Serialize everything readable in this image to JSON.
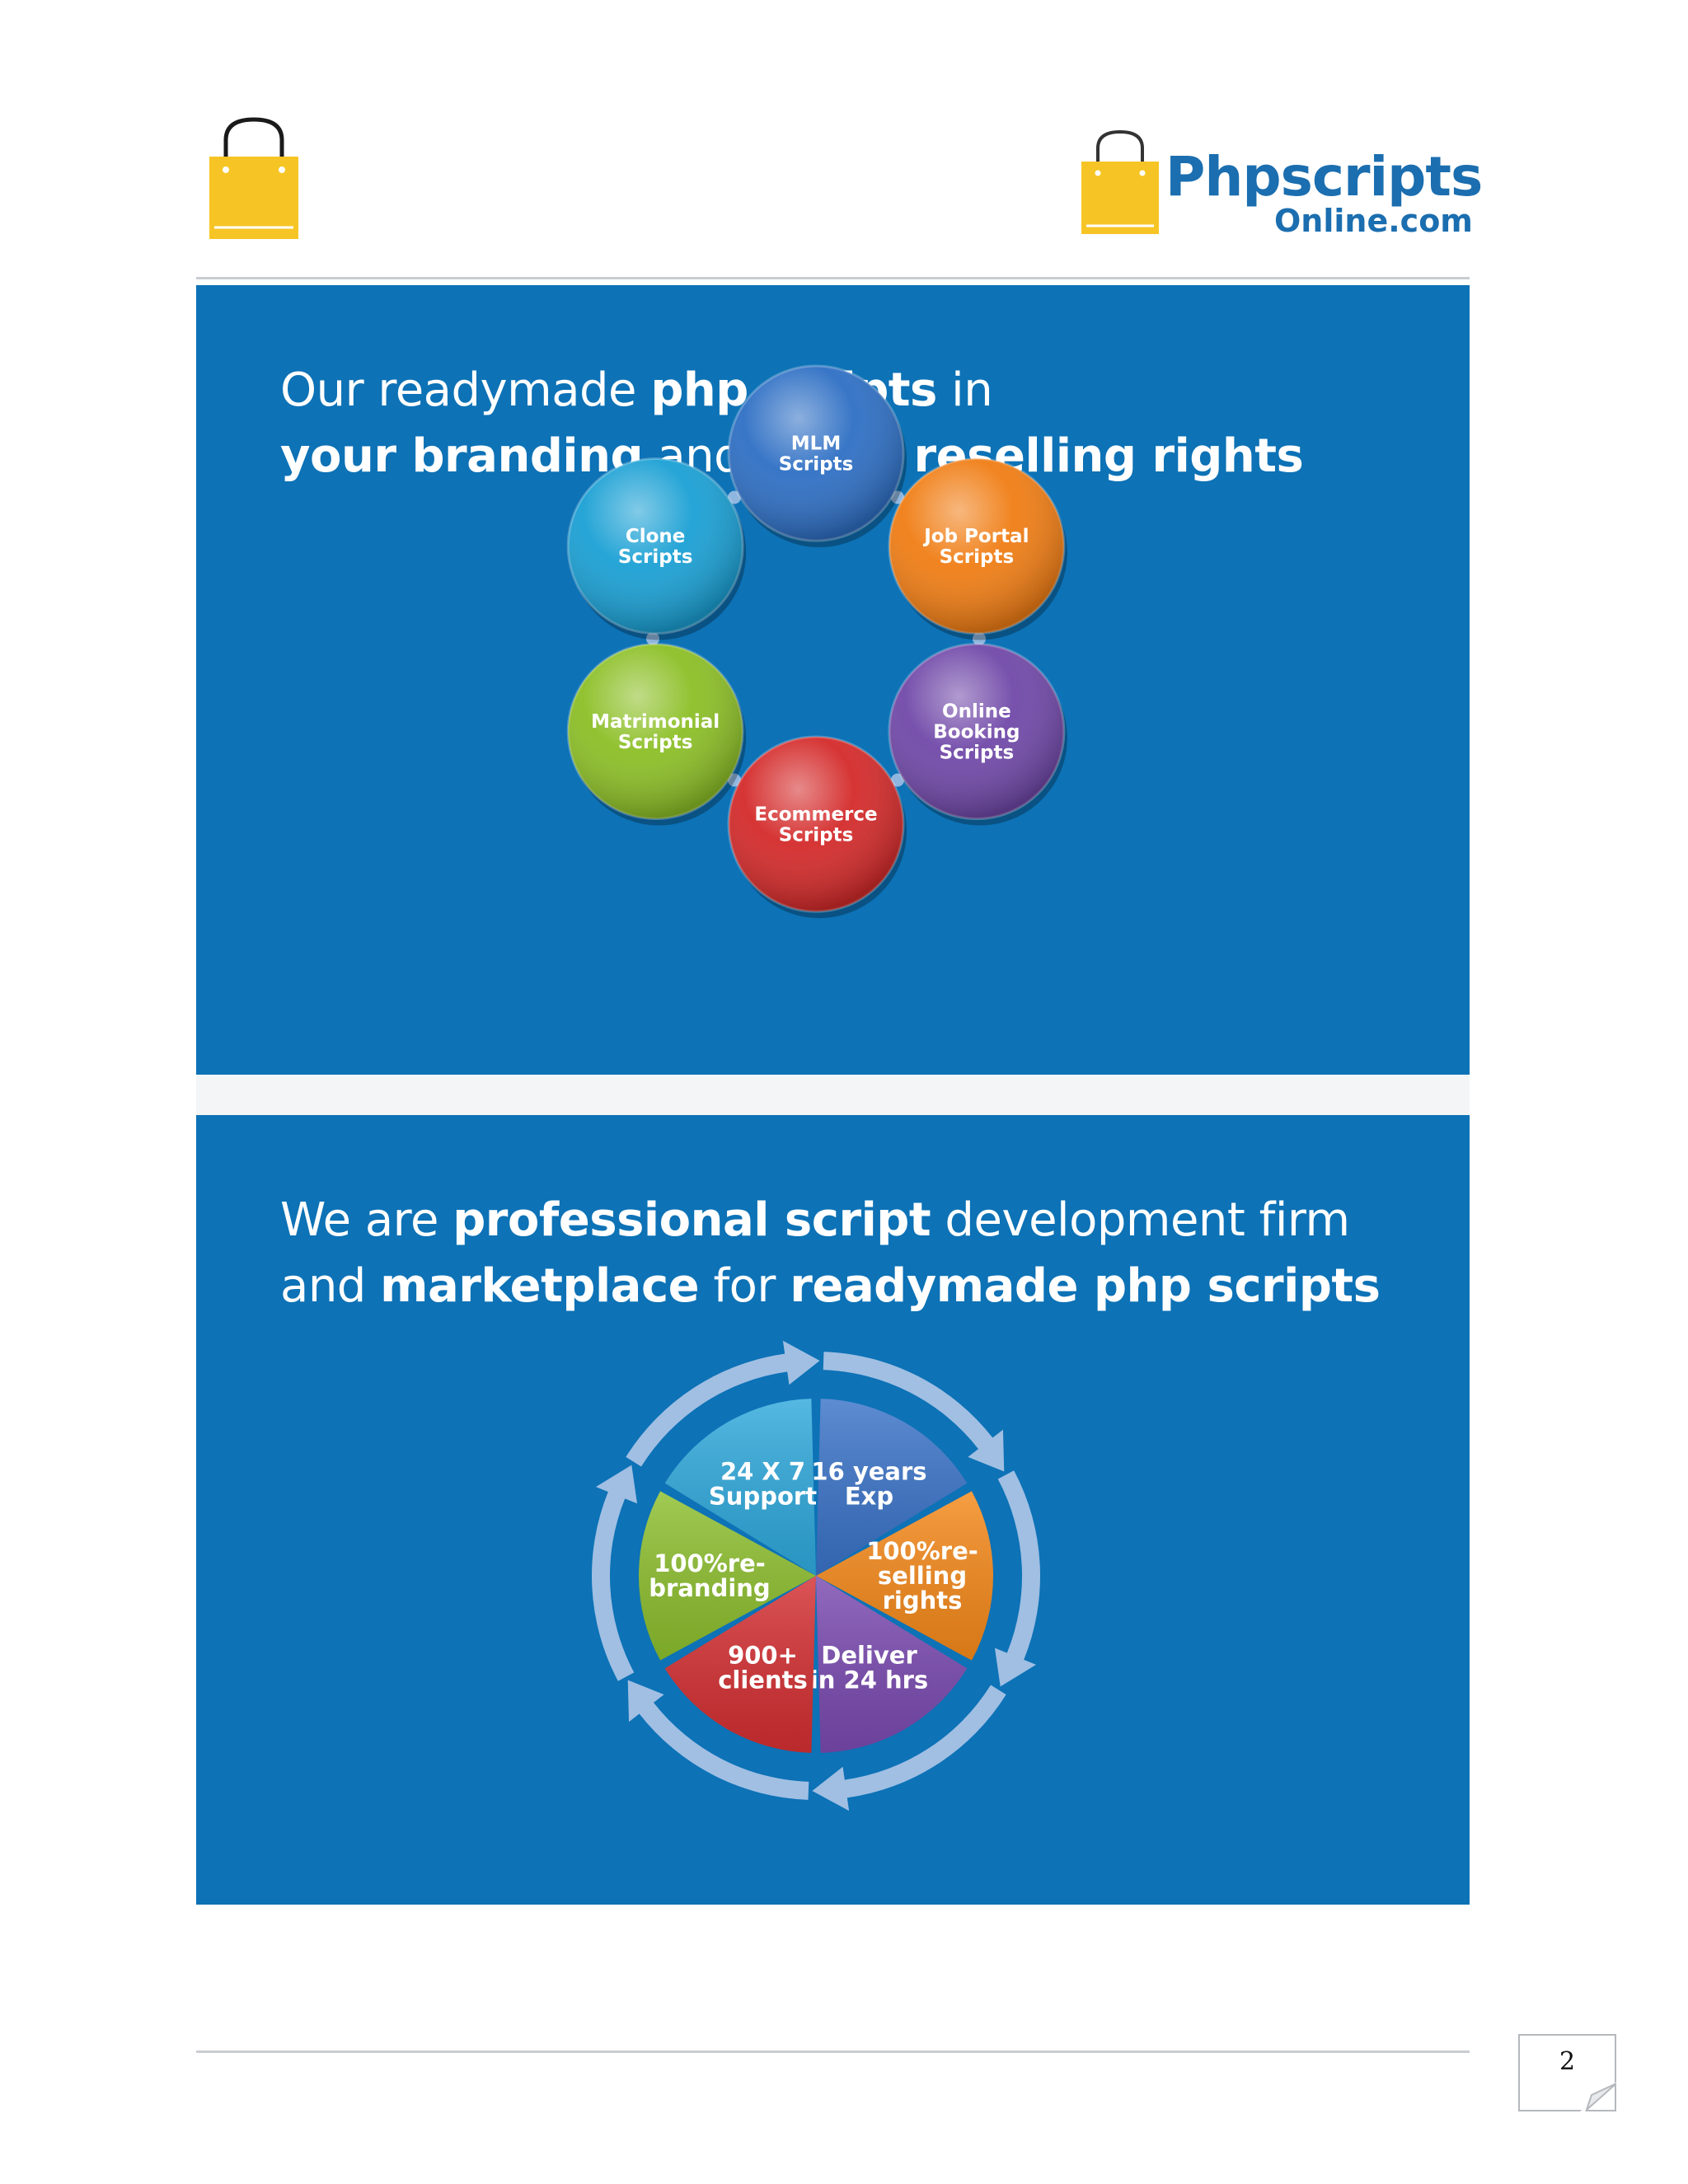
{
  "header": {
    "logo_brand": "Phpscripts",
    "logo_domain": "Online.com"
  },
  "panel1": {
    "headline_line1": [
      {
        "text": "Our readymade ",
        "bold": false
      },
      {
        "text": "php scripts",
        "bold": true
      },
      {
        "text": " in",
        "bold": false
      }
    ],
    "headline_line2": [
      {
        "text": "your branding",
        "bold": true
      },
      {
        "text": " and ",
        "bold": false
      },
      {
        "text": "100% reselling rights",
        "bold": true
      }
    ],
    "circles": [
      {
        "lines": [
          "MLM",
          "Scripts"
        ],
        "color": "#2e6fc4"
      },
      {
        "lines": [
          "Job Portal",
          "Scripts"
        ],
        "color": "#f07d14"
      },
      {
        "lines": [
          "Online",
          "Booking",
          "Scripts"
        ],
        "color": "#7048a8"
      },
      {
        "lines": [
          "Ecommerce",
          "Scripts"
        ],
        "color": "#d42a2a"
      },
      {
        "lines": [
          "Matrimonial",
          "Scripts"
        ],
        "color": "#8cbf26"
      },
      {
        "lines": [
          "Clone",
          "Scripts"
        ],
        "color": "#1aa0d4"
      }
    ]
  },
  "panel2": {
    "headline_line1": [
      {
        "text": "We are ",
        "bold": false
      },
      {
        "text": "professional script",
        "bold": true
      },
      {
        "text": " development firm",
        "bold": false
      }
    ],
    "headline_line2": [
      {
        "text": "and ",
        "bold": false
      },
      {
        "text": "marketplace",
        "bold": true
      },
      {
        "text": " for ",
        "bold": false
      },
      {
        "text": "readymade php scripts",
        "bold": true
      }
    ],
    "segments": [
      {
        "lines": [
          "16 years",
          "Exp"
        ],
        "color": "#3a73c8"
      },
      {
        "lines": [
          "100%re-",
          "selling",
          "rights"
        ],
        "color": "#f5891a"
      },
      {
        "lines": [
          "Deliver",
          "in 24 hrs"
        ],
        "color": "#7a4ab0"
      },
      {
        "lines": [
          "900+",
          "clients"
        ],
        "color": "#d42f32"
      },
      {
        "lines": [
          "100%re-",
          "branding"
        ],
        "color": "#8dbf2e"
      },
      {
        "lines": [
          "24 X 7",
          "Support"
        ],
        "color": "#2fa9dc"
      }
    ]
  },
  "footer": {
    "page_number": "2"
  },
  "colors": {
    "panel_bg": "#0d72b6",
    "logo_yellow": "#f6c525",
    "logo_blue": "#1b6eaf",
    "ring": "#a9c3e6"
  }
}
